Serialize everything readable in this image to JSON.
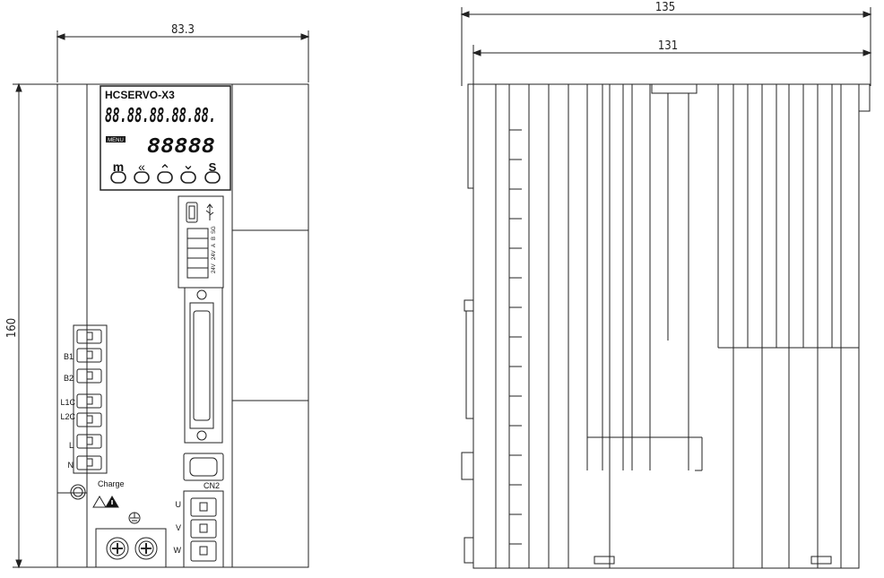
{
  "dimensions": {
    "front_width": "83.3",
    "front_height": "160",
    "side_total_depth": "135",
    "side_body_depth": "131"
  },
  "display": {
    "model_label": "HCSERVO-X3",
    "top_digits": "88.88.88.88.88.",
    "menu_label": "MENU",
    "bottom_digits": "88888",
    "key_m": "m",
    "key_left": "«",
    "key_up": "⌃",
    "key_down": "⌄",
    "key_s": "S"
  },
  "terminals": {
    "b1": "B1",
    "b2": "B2",
    "l1c": "L1C",
    "l2c": "L2C",
    "l": "L",
    "n": "N",
    "charge": "Charge",
    "cn2": "CN2",
    "u": "U",
    "v": "V",
    "w": "W"
  },
  "comm_port_labels": {
    "pin1": "24V",
    "pin2": "24V",
    "pin3": "A",
    "pin4": "B",
    "pin5": "SG"
  },
  "icons": {
    "usb": "usb-icon",
    "ground": "ground-icon",
    "warning": "warning-icon",
    "screw": "screw-icon"
  }
}
